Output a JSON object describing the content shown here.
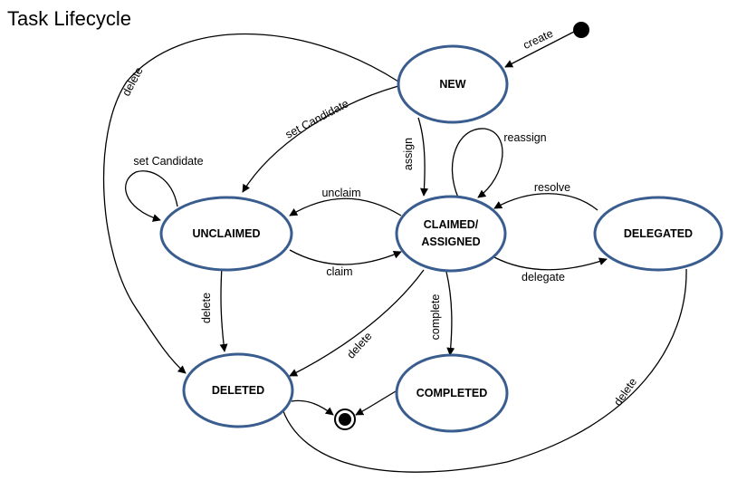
{
  "title": "Task Lifecycle",
  "states": {
    "new": "NEW",
    "unclaimed": "UNCLAIMED",
    "claimed_line1": "CLAIMED/",
    "claimed_line2": "ASSIGNED",
    "delegated": "DELEGATED",
    "deleted": "DELETED",
    "completed": "COMPLETED"
  },
  "transitions": {
    "create": "create",
    "delete_new": "delete",
    "set_candidate_new": "set Candidate",
    "assign": "assign",
    "reassign": "reassign",
    "set_candidate_self": "set Candidate",
    "unclaim": "unclaim",
    "claim": "claim",
    "resolve": "resolve",
    "delegate": "delegate",
    "delete_unclaimed": "delete",
    "delete_claimed": "delete",
    "complete": "complete",
    "delete_delegated": "delete"
  },
  "colors": {
    "state_border": "#3a5d8f",
    "edge": "#000000",
    "background": "#ffffff"
  }
}
